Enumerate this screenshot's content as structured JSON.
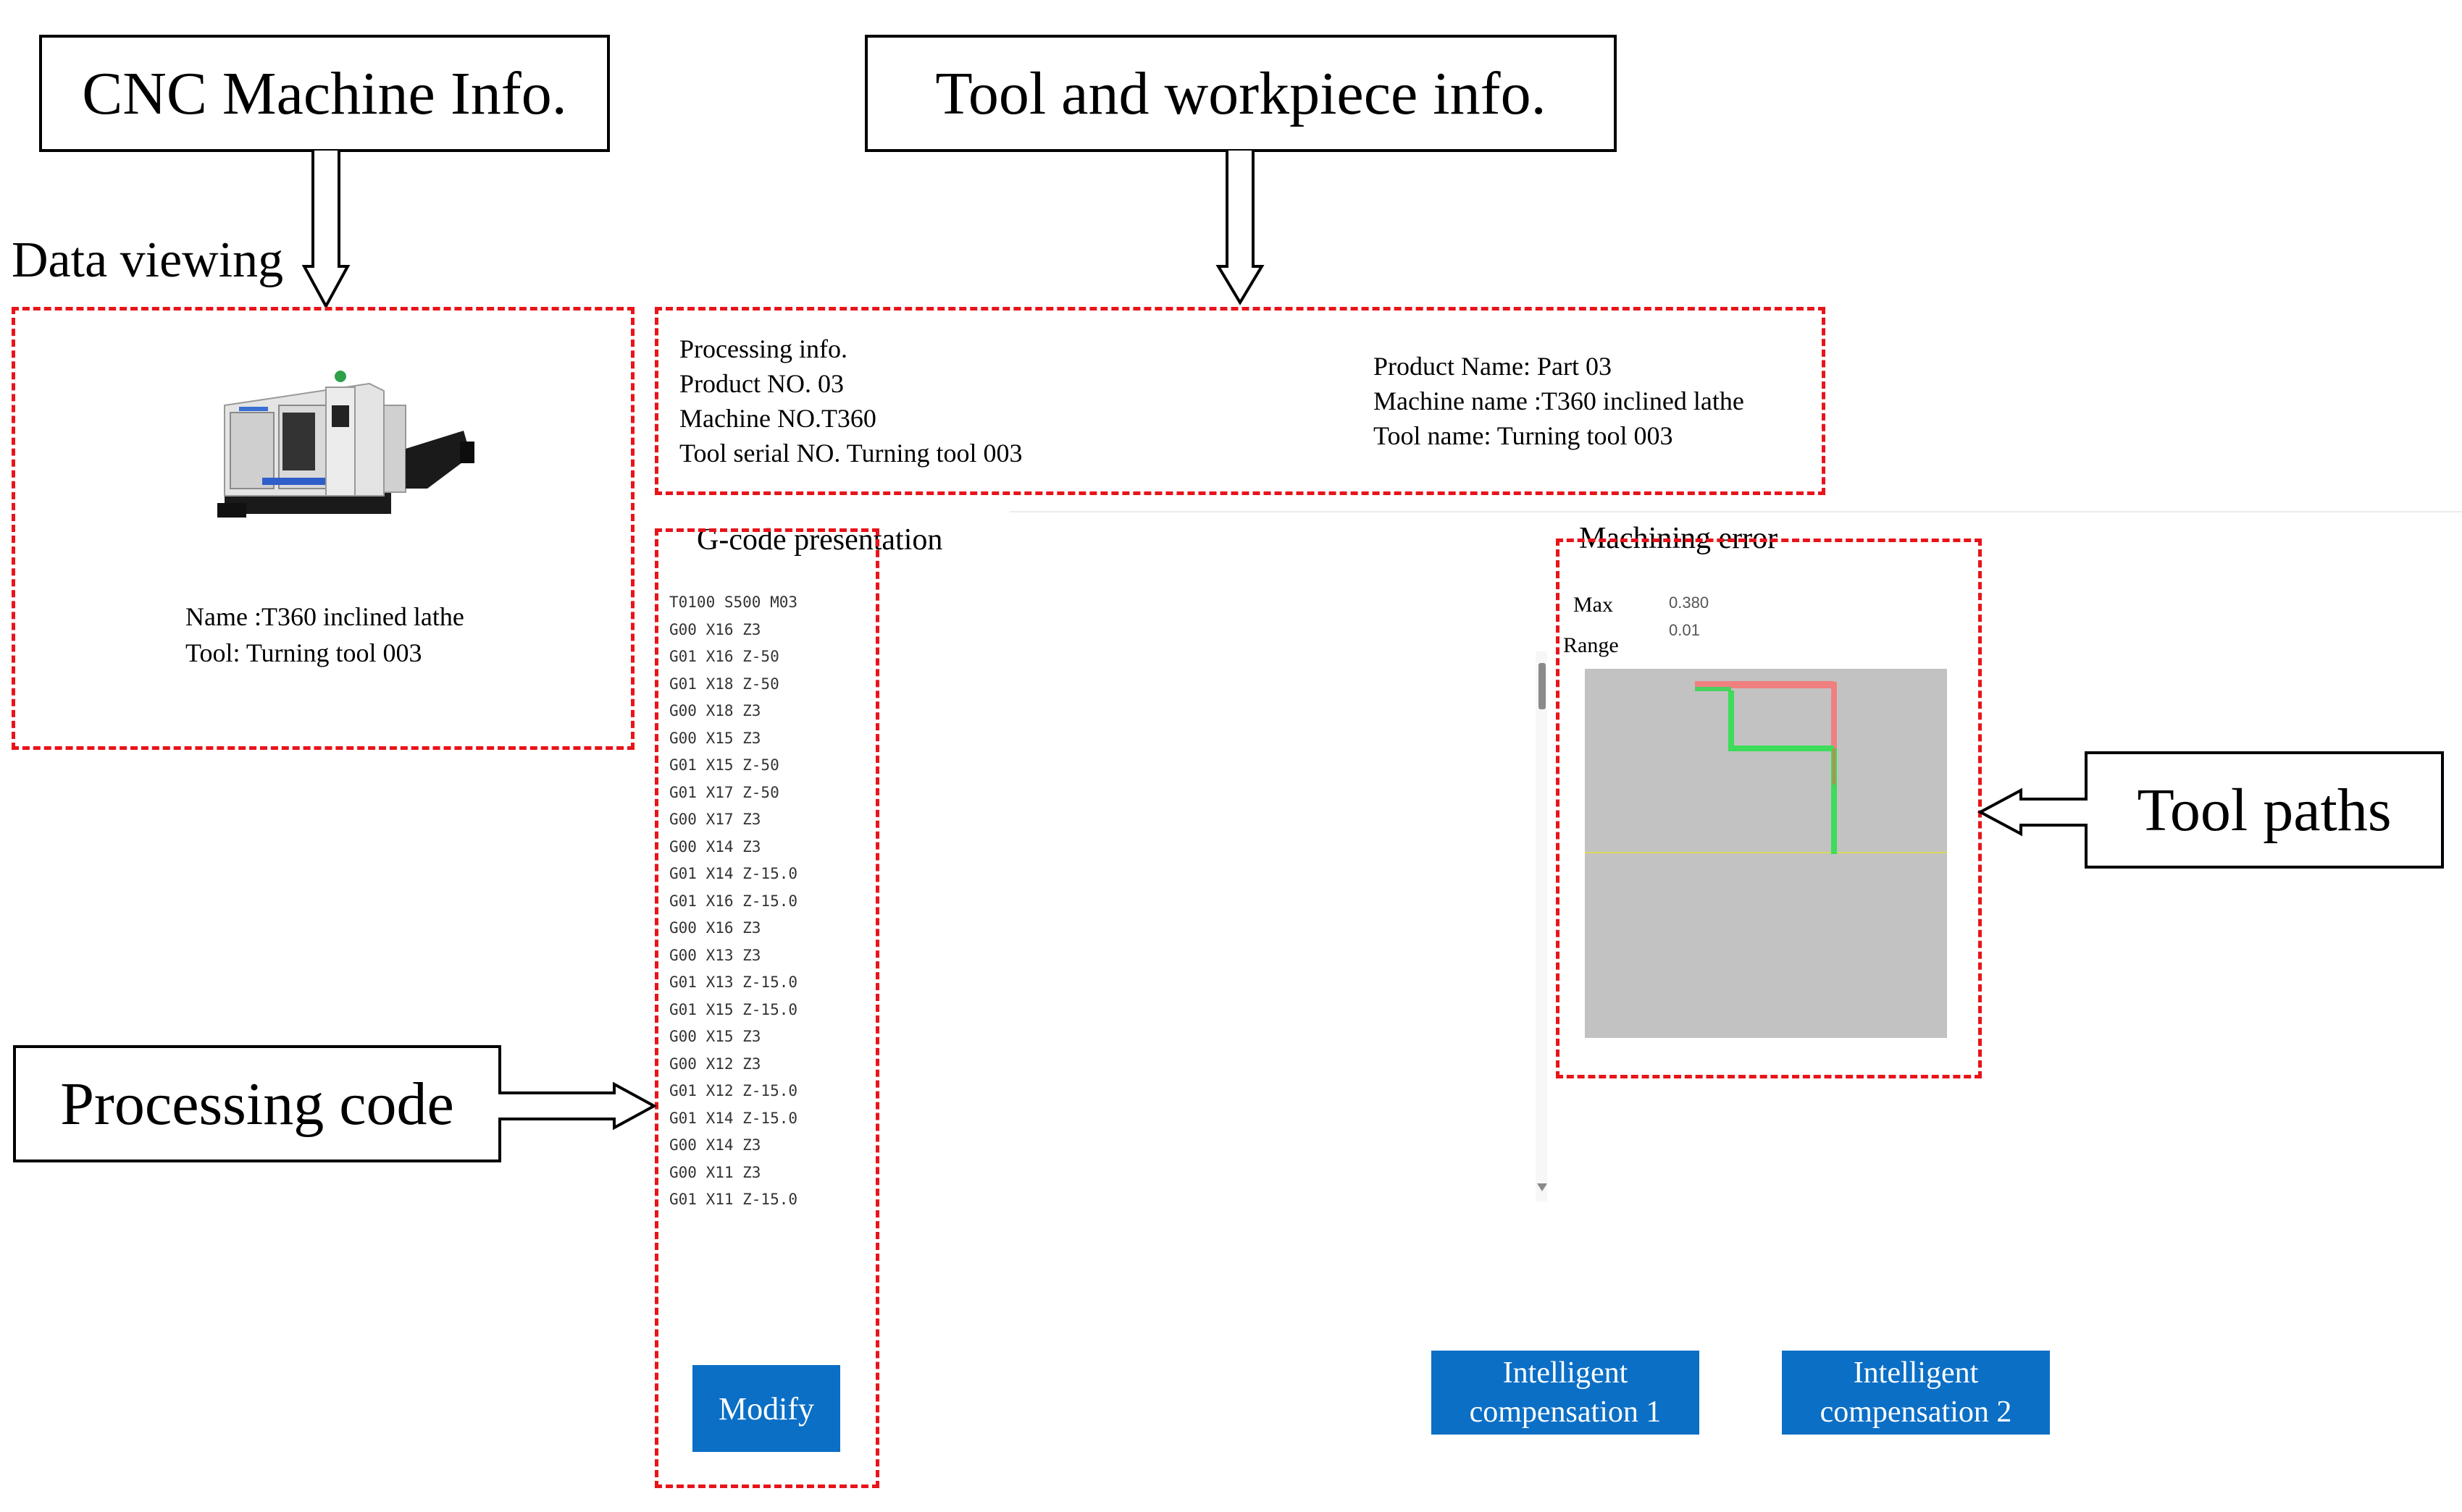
{
  "callouts": {
    "cnc_machine_info": "CNC Machine Info.",
    "tool_workpiece_info": "Tool and workpiece info.",
    "processing_code": "Processing code",
    "tool_paths": "Tool paths"
  },
  "data_viewing_label": "Data viewing",
  "machine_panel": {
    "name_line": "Name :T360 inclined lathe",
    "tool_line": "Tool: Turning tool 003"
  },
  "processing_info": {
    "left": [
      "Processing info.",
      "Product NO. 03",
      "Machine NO.T360",
      "Tool serial NO. Turning tool 003"
    ],
    "right": [
      "Product Name: Part 03",
      "Machine name :T360 inclined lathe",
      "Tool name: Turning tool 003"
    ]
  },
  "gcode": {
    "title": "G-code presentation",
    "lines": [
      "T0100 S500 M03",
      "G00 X16 Z3",
      "G01 X16 Z-50",
      "G01 X18 Z-50",
      "G00 X18 Z3",
      "G00 X15 Z3",
      "G01 X15 Z-50",
      "G01 X17 Z-50",
      "G00 X17 Z3",
      "G00 X14 Z3",
      "G01 X14 Z-15.0",
      "G01 X16 Z-15.0",
      "G00 X16 Z3",
      "G00 X13 Z3",
      "G01 X13 Z-15.0",
      "G01 X15 Z-15.0",
      "G00 X15 Z3",
      "G00 X12 Z3",
      "G01 X12 Z-15.0",
      "G01 X14 Z-15.0",
      "G00 X14 Z3",
      "G00 X11 Z3",
      "G01 X11 Z-15.0"
    ],
    "modify_button": "Modify"
  },
  "machining_error": {
    "title": "Machining error",
    "max_label": "Max",
    "range_label": "Range",
    "max_value": "0.380",
    "range_value": "0.01"
  },
  "buttons": {
    "compensation_1": [
      "Intelligent",
      "compensation 1"
    ],
    "compensation_2": [
      "Intelligent",
      "compensation 2"
    ]
  },
  "colors": {
    "dash_red": "#e8141a",
    "button_blue": "#0b6fc6",
    "plot_bg": "#c2c2c2",
    "path_red": "#f08080",
    "path_green": "#3ddc5a"
  }
}
